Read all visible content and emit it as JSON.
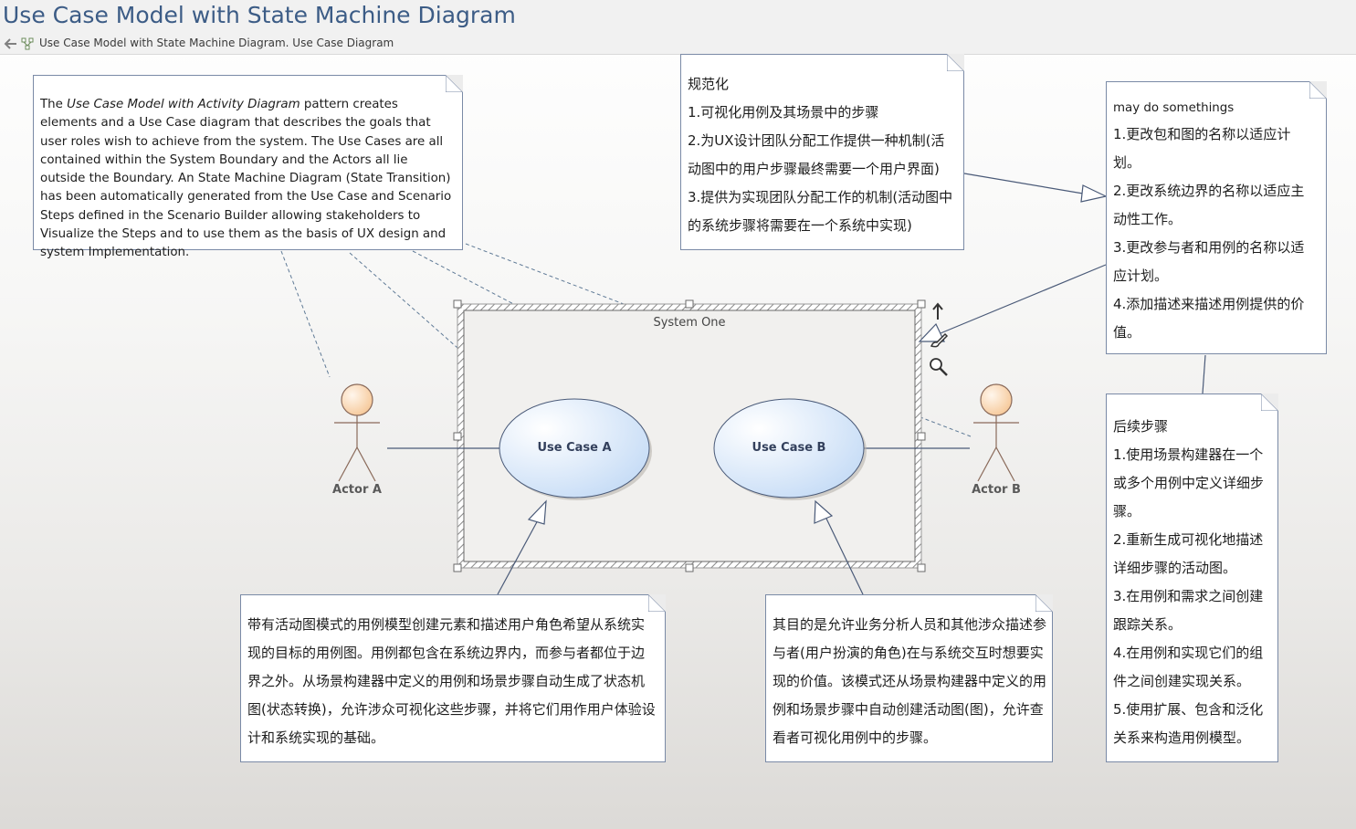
{
  "header": {
    "title": "Use Case Model with State Machine Diagram",
    "breadcrumb": "Use Case Model with State Machine Diagram.  Use Case Diagram"
  },
  "notes": {
    "en_description": {
      "pre": "The ",
      "italic": "Use Case Model with Activity Diagram",
      "post": " pattern creates elements and a Use Case diagram that describes the goals that user roles wish to achieve from the system. The Use Cases are all contained within the System Boundary and the Actors all lie outside the Boundary. An State Machine Diagram (State Transition) has been automatically generated from the Use Case and Scenario Steps defined in the Scenario Builder allowing stakeholders to Visualize the Steps and to use them as the basis of UX design and system Implementation."
    },
    "normalize": {
      "title": "规范化",
      "items": [
        "1.可视化用例及其场景中的步骤",
        "2.为UX设计团队分配工作提供一种机制(活动图中的用户步骤最终需要一个用户界面)",
        "3.提供为实现团队分配工作的机制(活动图中的系统步骤将需要在一个系统中实现)"
      ]
    },
    "may_do": {
      "title": "may do somethings",
      "items": [
        "1.更改包和图的名称以适应计划。",
        "2.更改系统边界的名称以适应主动性工作。",
        "3.更改参与者和用例的名称以适应计划。",
        "4.添加描述来描述用例提供的价值。"
      ]
    },
    "next_steps": {
      "title": "后续步骤",
      "items": [
        "1.使用场景构建器在一个或多个用例中定义详细步骤。",
        "2.重新生成可视化地描述详细步骤的活动图。",
        "3.在用例和需求之间创建跟踪关系。",
        "4.在用例和实现它们的组件之间创建实现关系。",
        "5.使用扩展、包含和泛化关系来构造用例模型。"
      ]
    },
    "cn_a": "带有活动图模式的用例模型创建元素和描述用户角色希望从系统实现的目标的用例图。用例都包含在系统边界内，而参与者都位于边界之外。从场景构建器中定义的用例和场景步骤自动生成了状态机图(状态转换)，允许涉众可视化这些步骤，并将它们用作用户体验设计和系统实现的基础。",
    "cn_b": "其目的是允许业务分析人员和其他涉众描述参与者(用户扮演的角色)在与系统交互时想要实现的价值。该模式还从场景构建器中定义的用例和场景步骤中自动创建活动图(图)，允许查看者可视化用例中的步骤。"
  },
  "diagram": {
    "boundary_label": "System One",
    "use_cases": [
      "Use Case A",
      "Use Case B"
    ],
    "actors": [
      "Actor A",
      "Actor B"
    ]
  },
  "icons": {
    "back": "back-arrow-icon",
    "diagram": "diagram-icon",
    "quick_link": "quick-link-arrow-icon",
    "style": "paint-brush-icon",
    "zoom": "magnifier-icon"
  },
  "colors": {
    "title": "#3c5c86",
    "note_border": "#7a8aa6",
    "use_case_fill": "#d8e8fb",
    "actor_head": "#fbdcbc"
  }
}
